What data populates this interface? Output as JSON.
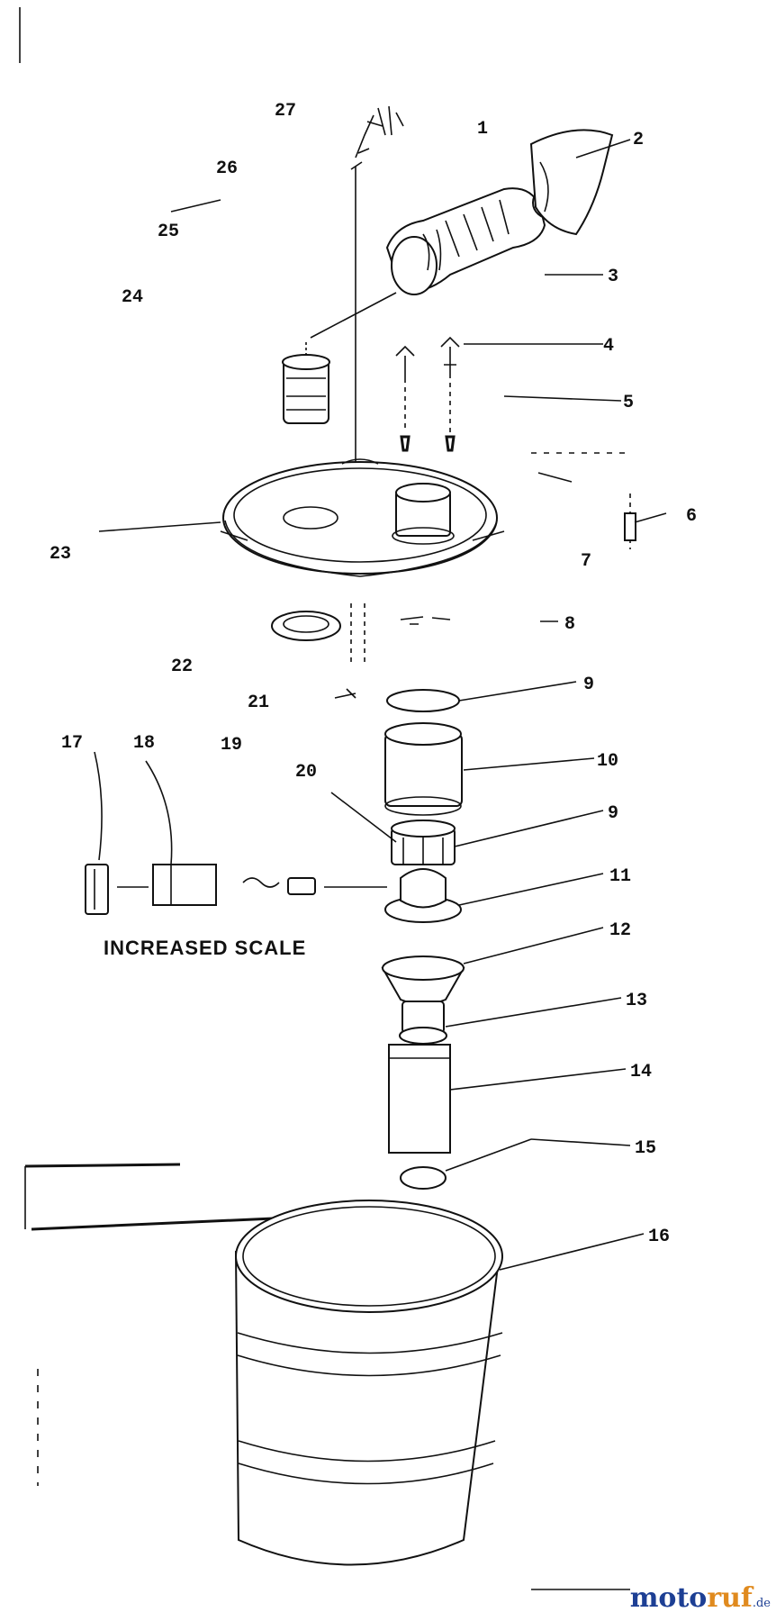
{
  "diagram": {
    "caption": "INCREASED SCALE",
    "callouts": [
      {
        "id": "c1",
        "text": "1"
      },
      {
        "id": "c2",
        "text": "2"
      },
      {
        "id": "c3",
        "text": "3"
      },
      {
        "id": "c4",
        "text": "4"
      },
      {
        "id": "c5",
        "text": "5"
      },
      {
        "id": "c6",
        "text": "6"
      },
      {
        "id": "c7",
        "text": "7"
      },
      {
        "id": "c8",
        "text": "8"
      },
      {
        "id": "c9a",
        "text": "9"
      },
      {
        "id": "c10",
        "text": "10"
      },
      {
        "id": "c9b",
        "text": "9"
      },
      {
        "id": "c11",
        "text": "11"
      },
      {
        "id": "c12",
        "text": "12"
      },
      {
        "id": "c13",
        "text": "13"
      },
      {
        "id": "c14",
        "text": "14"
      },
      {
        "id": "c15",
        "text": "15"
      },
      {
        "id": "c16",
        "text": "16"
      },
      {
        "id": "c17",
        "text": "17"
      },
      {
        "id": "c18",
        "text": "18"
      },
      {
        "id": "c19",
        "text": "19"
      },
      {
        "id": "c20",
        "text": "20"
      },
      {
        "id": "c21",
        "text": "21"
      },
      {
        "id": "c22",
        "text": "22"
      },
      {
        "id": "c23",
        "text": "23"
      },
      {
        "id": "c24",
        "text": "24"
      },
      {
        "id": "c25",
        "text": "25"
      },
      {
        "id": "c26",
        "text": "26"
      },
      {
        "id": "c27",
        "text": "27"
      }
    ]
  },
  "watermark": {
    "part1": "moto",
    "part2": "ruf",
    "suffix": ".de"
  }
}
